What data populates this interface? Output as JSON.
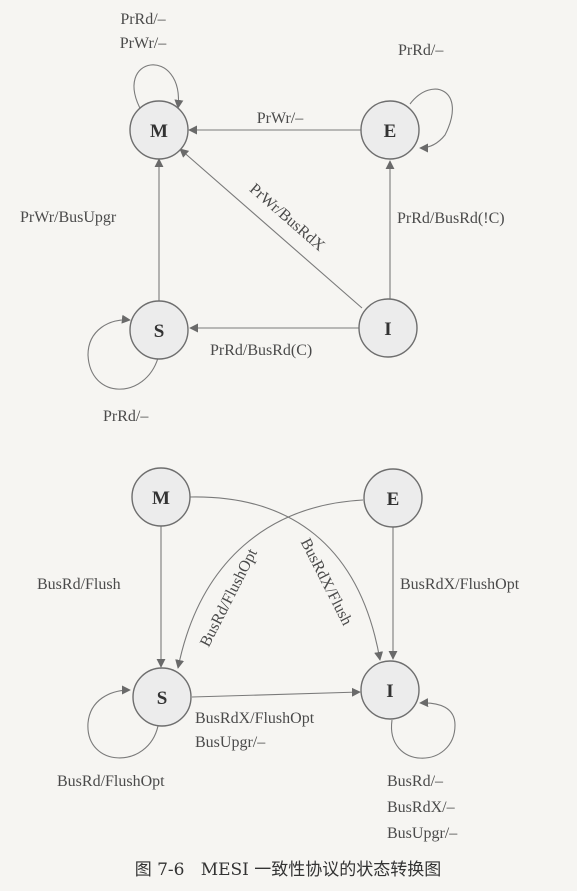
{
  "processor_diagram": {
    "states": {
      "M": "M",
      "E": "E",
      "S": "S",
      "I": "I"
    },
    "labels": {
      "m_self_rd": "PrRd/–",
      "m_self_wr": "PrWr/–",
      "e_self": "PrRd/–",
      "e_to_m": "PrWr/–",
      "i_to_m": "PrWr/BusRdX",
      "s_to_m": "PrWr/BusUpgr",
      "i_to_e": "PrRd/BusRd(!C)",
      "i_to_s": "PrRd/BusRd(C)",
      "s_self": "PrRd/–"
    }
  },
  "bus_diagram": {
    "states": {
      "M": "M",
      "E": "E",
      "S": "S",
      "I": "I"
    },
    "labels": {
      "m_to_s": "BusRd/Flush",
      "e_to_s": "BusRd/FlushOpt",
      "m_to_i": "BusRdX/Flush",
      "e_to_i": "BusRdX/FlushOpt",
      "s_to_i_1": "BusRdX/FlushOpt",
      "s_to_i_2": "BusUpgr/–",
      "s_self": "BusRd/FlushOpt",
      "i_self_1": "BusRd/–",
      "i_self_2": "BusRdX/–",
      "i_self_3": "BusUpgr/–"
    }
  },
  "caption": "图 7-6   MESI 一致性协议的状态转换图"
}
